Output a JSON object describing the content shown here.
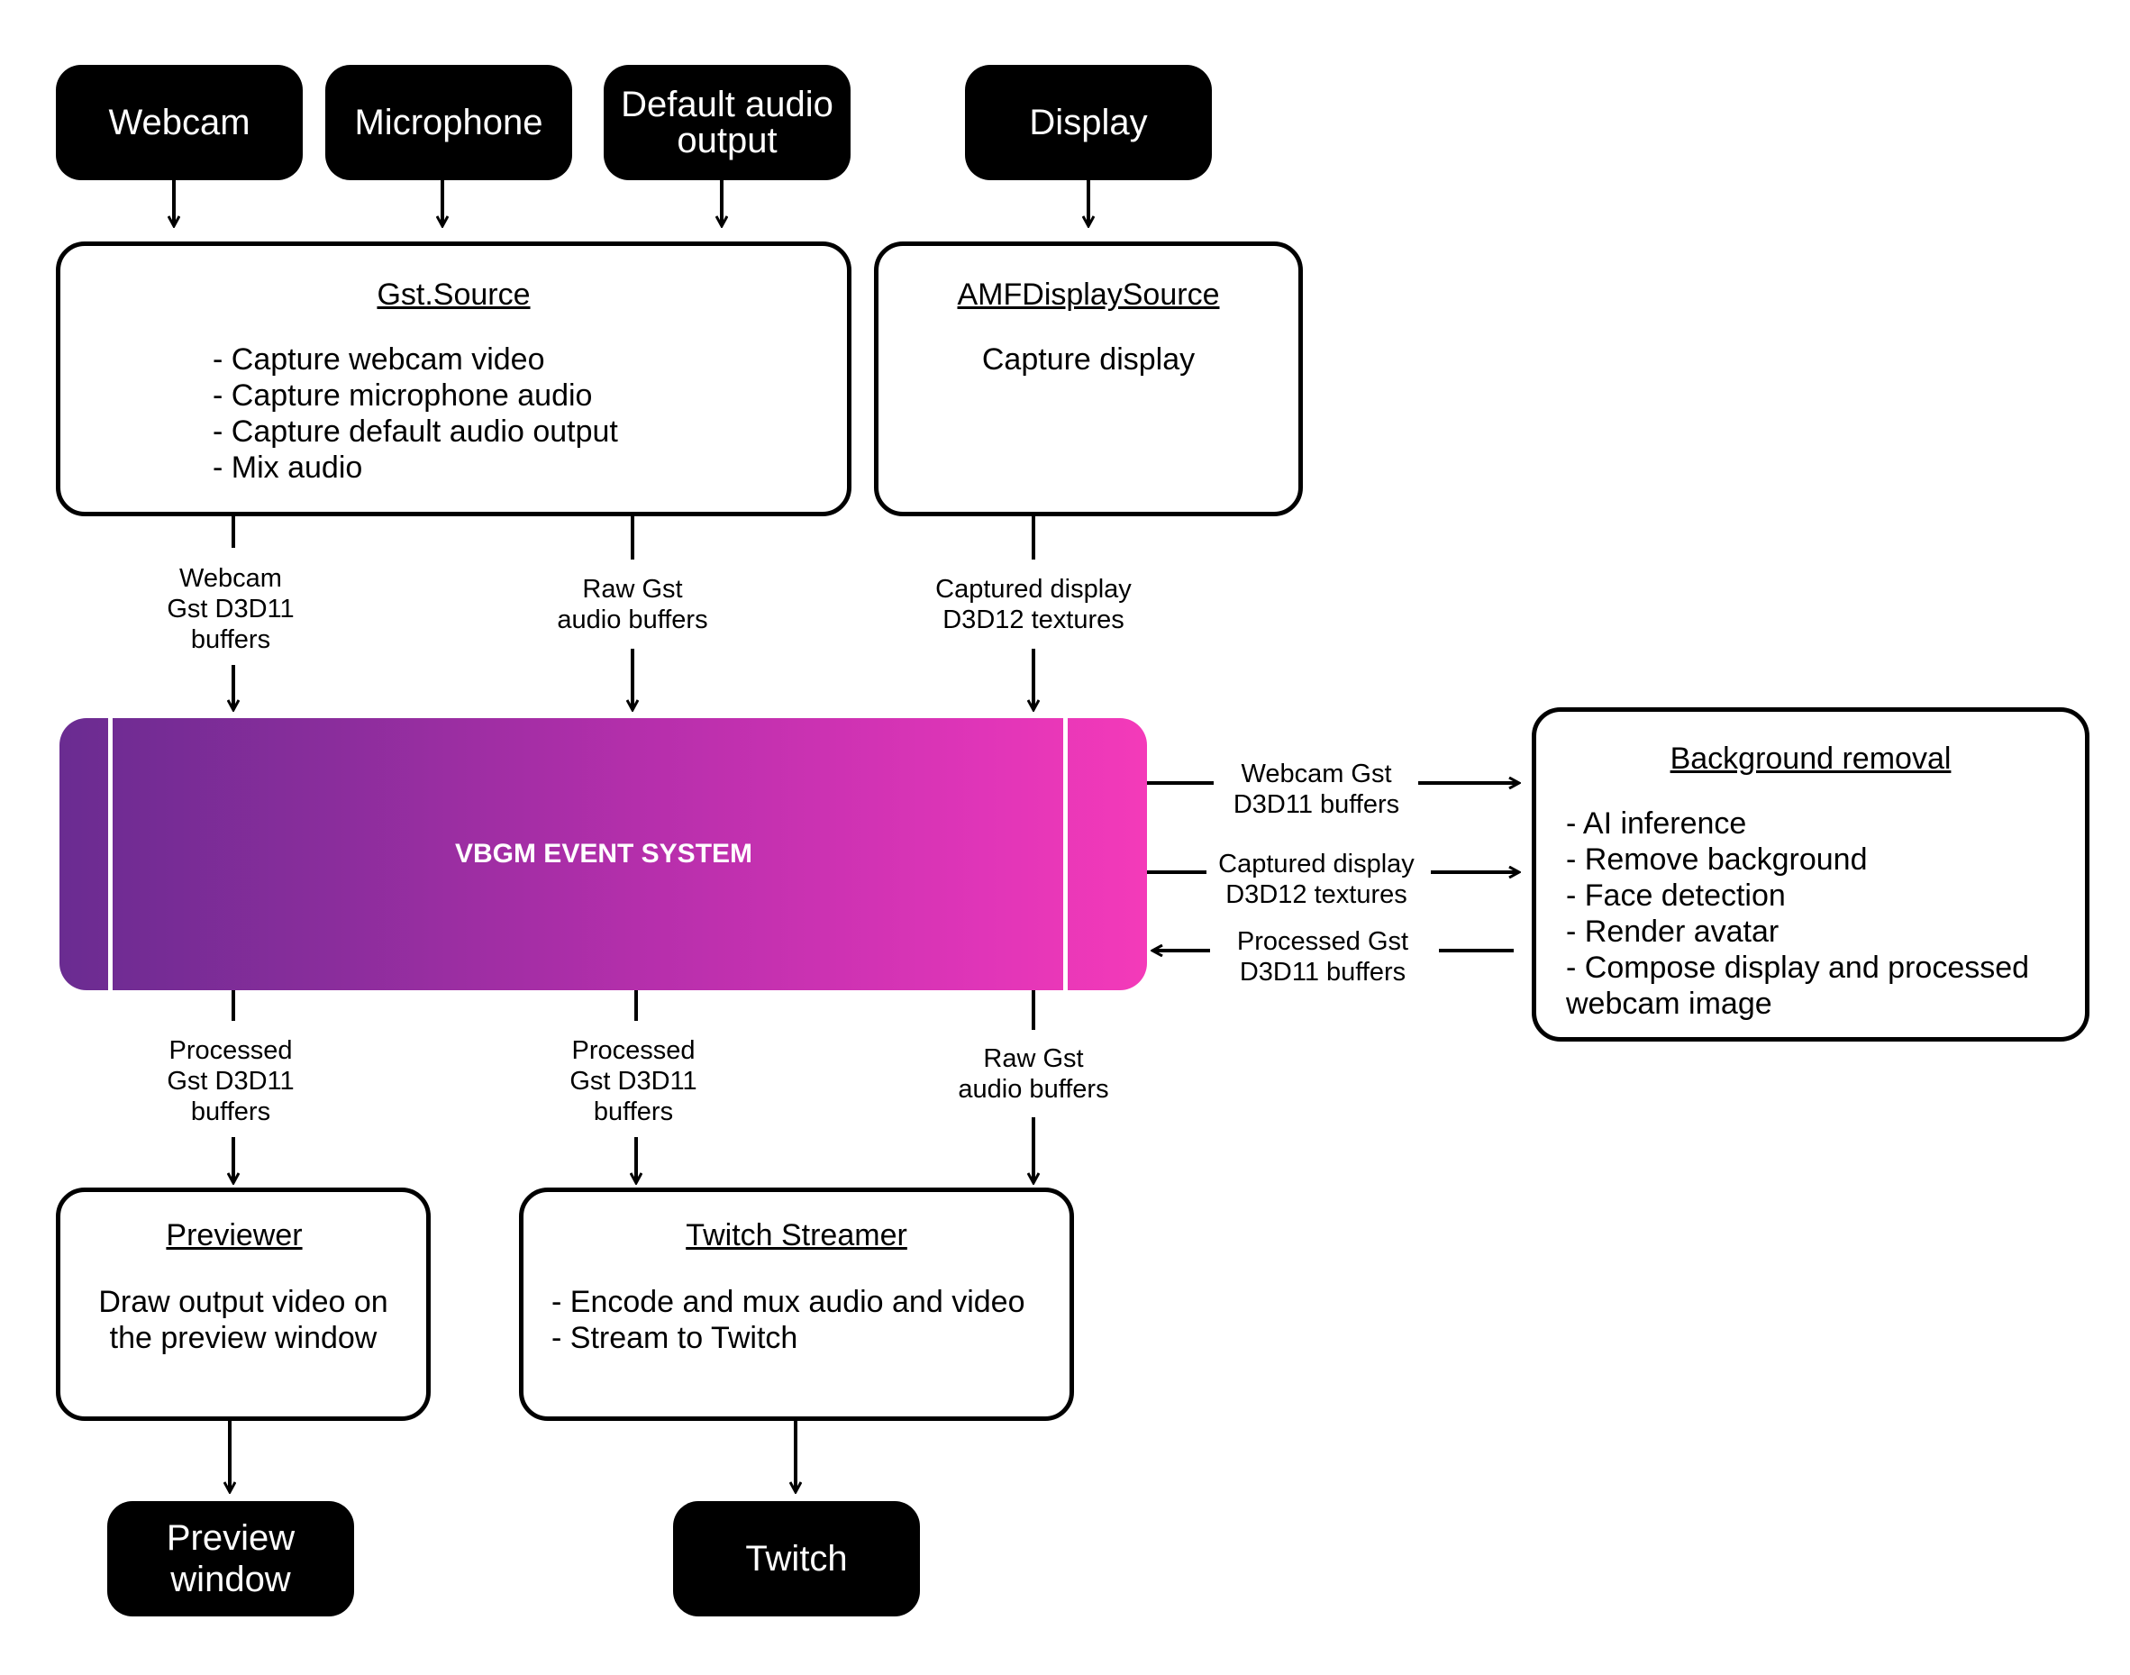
{
  "inputs": {
    "webcam": "Webcam",
    "microphone": "Microphone",
    "default_audio_output": [
      "Default audio",
      "output"
    ],
    "display": "Display"
  },
  "gst_source": {
    "title": "Gst.Source",
    "items": [
      "- Capture webcam video",
      "- Capture microphone audio",
      "- Capture default audio output",
      "- Mix audio"
    ]
  },
  "amf_display_source": {
    "title": "AMFDisplaySource",
    "description": "Capture display"
  },
  "event_system": {
    "title": "VBGM EVENT SYSTEM"
  },
  "flow_labels": {
    "webcam_buffers": [
      "Webcam",
      "Gst D3D11",
      "buffers"
    ],
    "raw_audio_in": [
      "Raw Gst",
      "audio buffers"
    ],
    "captured_display_in": [
      "Captured display",
      "D3D12 textures"
    ],
    "to_bg_webcam": [
      "Webcam Gst",
      "D3D11 buffers"
    ],
    "to_bg_display": [
      "Captured display",
      "D3D12 textures"
    ],
    "from_bg_processed": [
      "Processed Gst",
      "D3D11 buffers"
    ],
    "processed_to_previewer": [
      "Processed",
      "Gst D3D11",
      "buffers"
    ],
    "processed_to_streamer": [
      "Processed",
      "Gst D3D11",
      "buffers"
    ],
    "raw_audio_out": [
      "Raw Gst",
      "audio buffers"
    ]
  },
  "background_removal": {
    "title": "Background removal",
    "items": [
      "- AI inference",
      "- Remove background",
      "- Face detection",
      "- Render avatar",
      "- Compose display and processed",
      "webcam image"
    ]
  },
  "previewer": {
    "title": "Previewer",
    "description": [
      "Draw output video on",
      "the preview window"
    ]
  },
  "twitch_streamer": {
    "title": "Twitch Streamer",
    "items": [
      "- Encode and mux audio and video",
      "- Stream to Twitch"
    ]
  },
  "outputs": {
    "preview_window": [
      "Preview",
      "window"
    ],
    "twitch": "Twitch"
  },
  "colors": {
    "node_fill": "#000000",
    "event_gradient_start": "#6a2c91",
    "event_gradient_end": "#f43ab9"
  }
}
